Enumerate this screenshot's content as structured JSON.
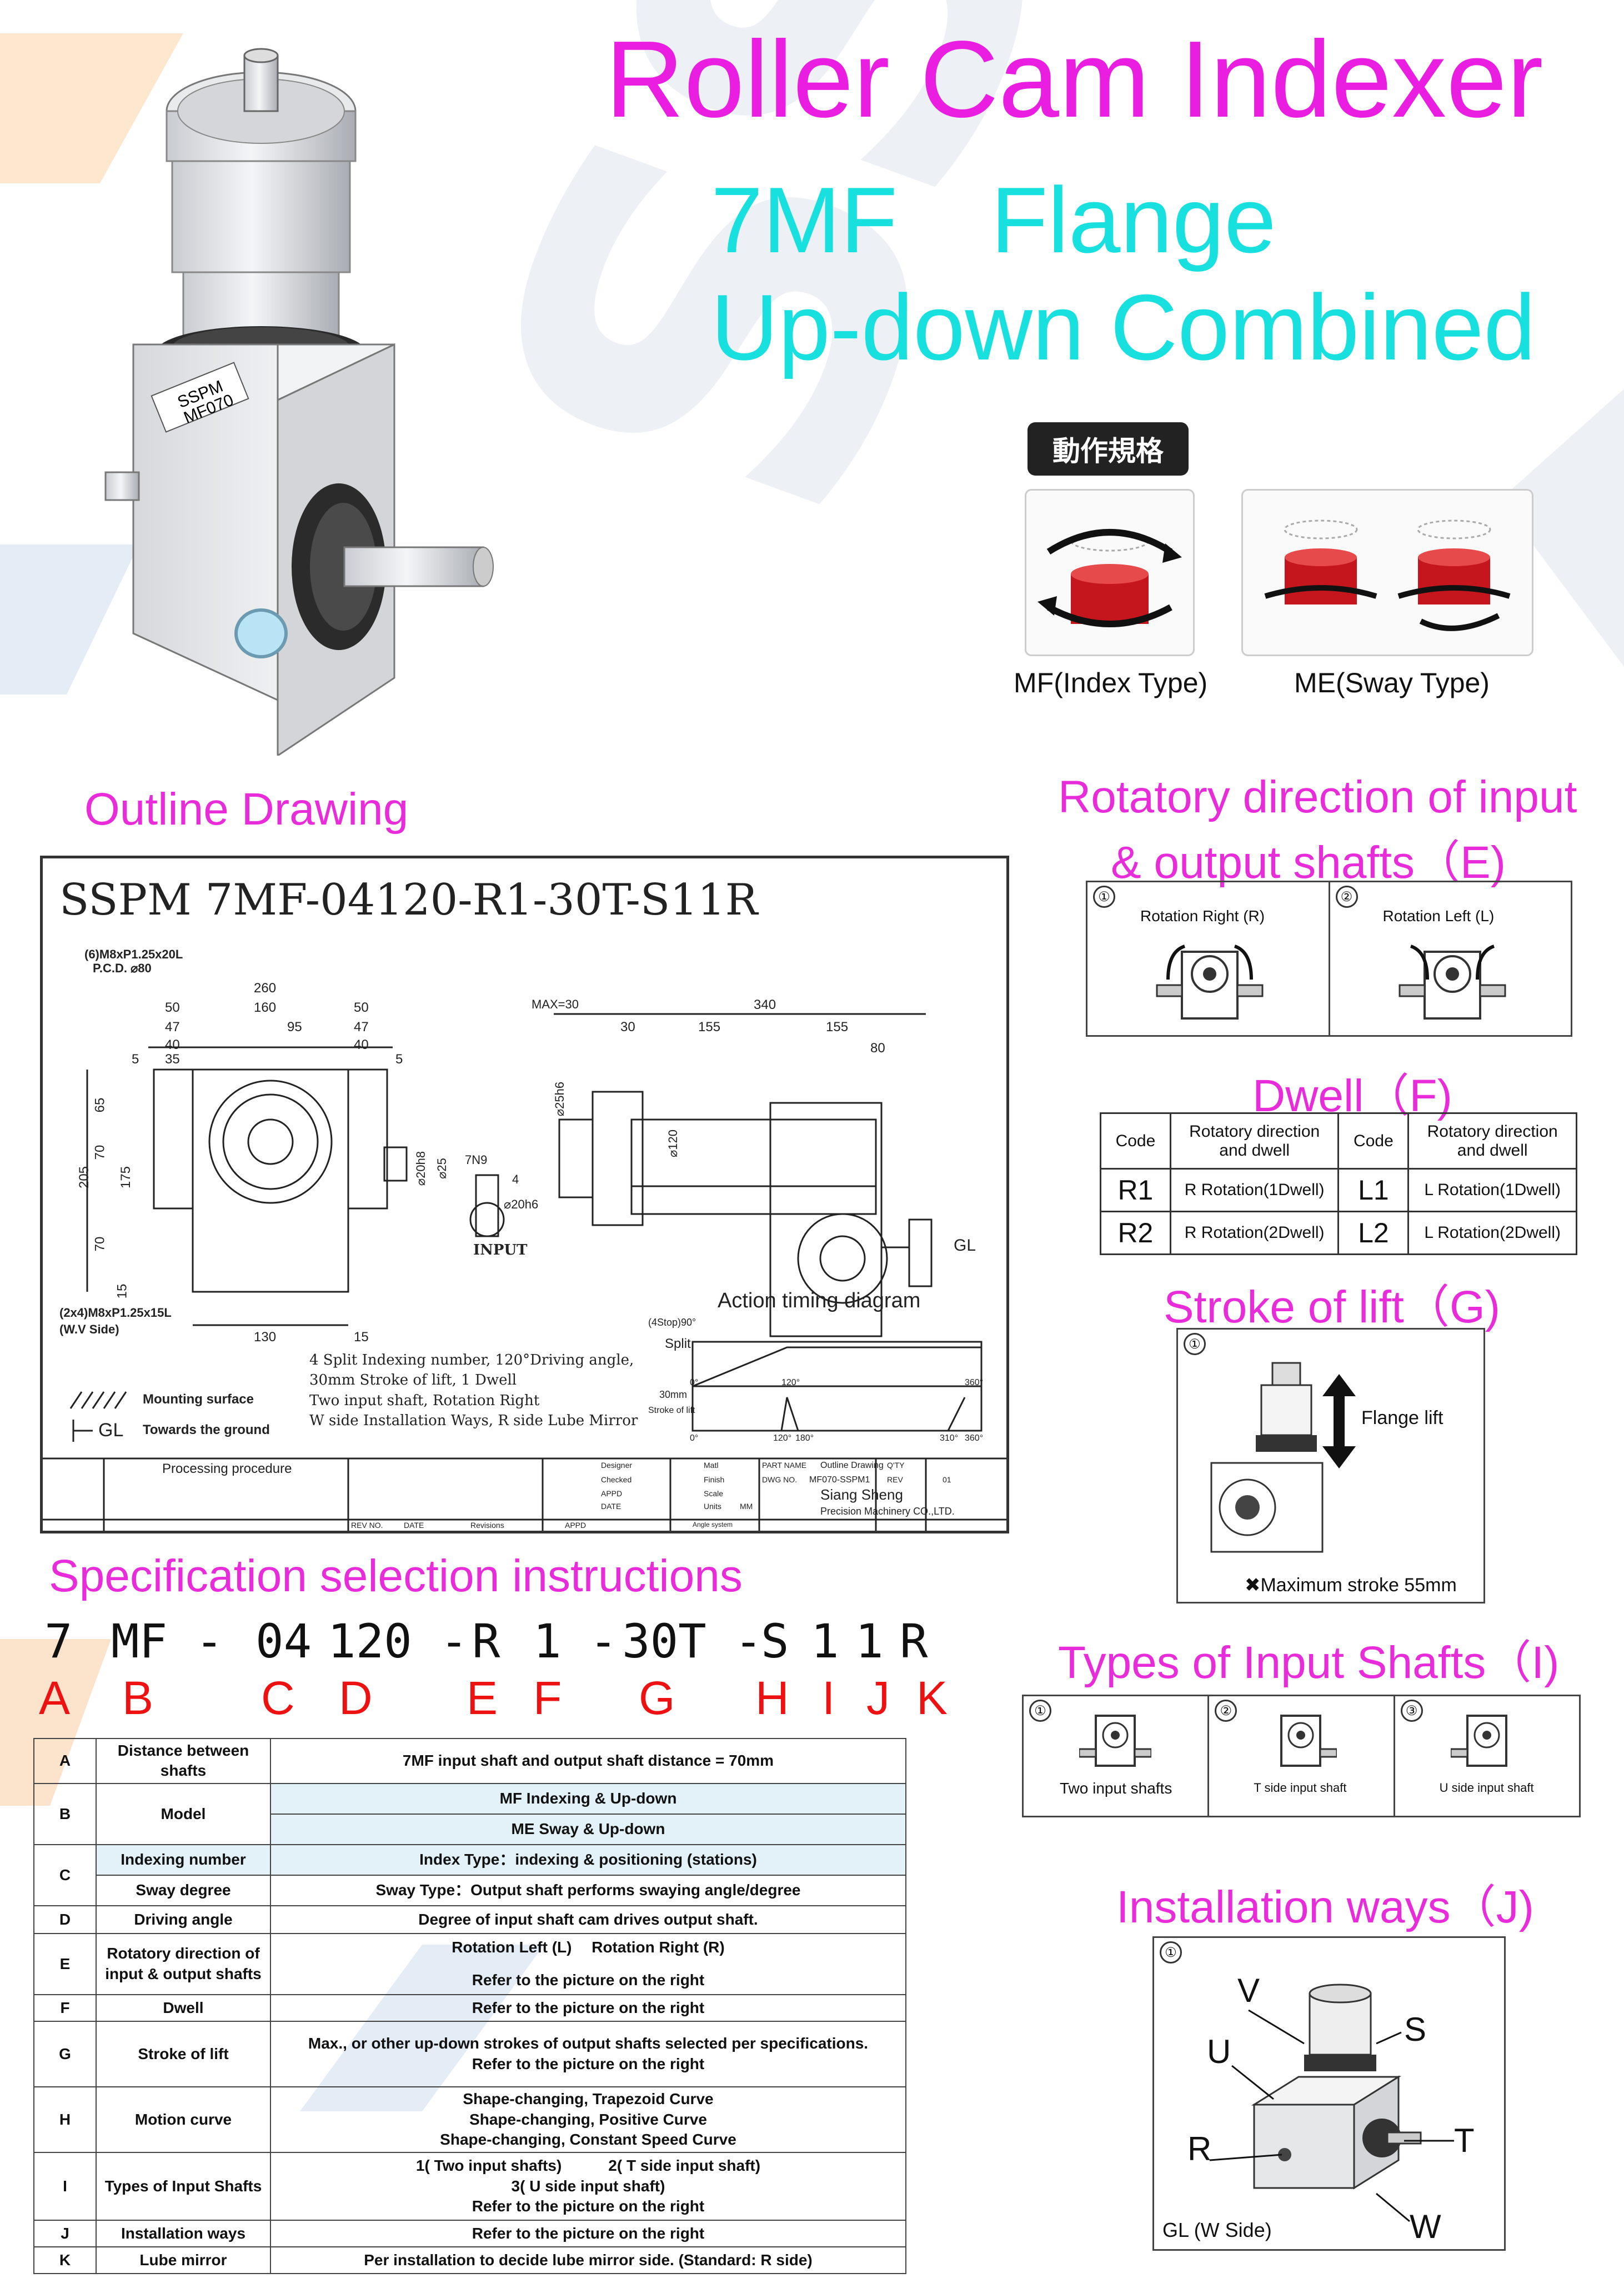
{
  "header": {
    "title": "Roller Cam Indexer",
    "subtitle_line1": "7MF　Flange",
    "subtitle_line2": "Up-down Combined"
  },
  "product_label": {
    "brand": "SSPM",
    "model": "MF070"
  },
  "motion_spec": {
    "label": "動作規格",
    "mf_caption": "MF(Index Type)",
    "me_caption": "ME(Sway Type)"
  },
  "outline": {
    "heading": "Outline Drawing",
    "title": "SSPM 7MF-04120-R1-30T-S11R",
    "dims": {
      "thread_top": "(6)M8xP1.25x20L",
      "pcd": "P.C.D. ⌀80",
      "d260": "260",
      "d50a": "50",
      "d160": "160",
      "d50b": "50",
      "d47a": "47",
      "d95": "95",
      "d47b": "47",
      "d40a": "40",
      "d40b": "40",
      "d35": "35",
      "d5a": "5",
      "d5b": "5",
      "d65": "65",
      "d70a": "70",
      "d205": "205",
      "d175": "175",
      "d70b": "70",
      "d15a": "15",
      "d130": "130",
      "d15b": "15",
      "d20h8": "⌀20h8",
      "d25": "⌀25",
      "max30": "MAX=30",
      "d340": "340",
      "d30": "30",
      "d155a": "155",
      "d155b": "155",
      "d80": "80",
      "d25h6": "⌀25h6",
      "d120": "⌀120",
      "key": "7N9",
      "d4": "4",
      "d20h6": "⌀20h6",
      "input": "INPUT",
      "gl": "GL",
      "thread_side": "(2x4)M8xP1.25x15L",
      "wv_side": "(W.V Side)"
    },
    "legend_mounting": "Mounting surface",
    "legend_ground": "Towards the ground",
    "legend_gl": "GL",
    "notes": [
      "4 Split Indexing number, 120°Driving angle,",
      "30mm Stroke of lift, 1 Dwell",
      "Two input shaft, Rotation Right",
      "W side Installation Ways, R side Lube Mirror"
    ],
    "timing": {
      "title": "Action timing diagram",
      "split_label": "Split",
      "split_top": "(4Stop)90°",
      "lift_label": "Stroke of lift",
      "lift_top": "30mm",
      "ticks_top": [
        "0°",
        "120°",
        "360°"
      ],
      "ticks_bottom": [
        "0°",
        "120°",
        "180°",
        "310°",
        "360°"
      ]
    },
    "title_block": {
      "processing": "Processing procedure",
      "rev_no": "REV NO.",
      "date": "DATE",
      "revisions": "Revisions",
      "appd": "APPD",
      "designer": "Designer",
      "checked": "Checked",
      "appd2": "APPD",
      "date2": "DATE",
      "matl": "Matl",
      "finish": "Finish",
      "scale": "Scale",
      "units": "Units",
      "mm": "MM",
      "angle": "Angle system",
      "part_name_label": "PART NAME",
      "part_name": "Outline Drawing",
      "qty": "Q'TY",
      "dwg_label": "DWG NO.",
      "dwg_no": "MF070-SSPM1",
      "rev": "REV",
      "rev_val": "01",
      "company1": "Siang Sheng",
      "company2": "Precision Machinery CO.,LTD."
    }
  },
  "spec_selection": {
    "heading": "Specification selection instructions",
    "code": [
      "7",
      "MF -",
      "04",
      "120 -",
      "R",
      "1 -",
      "30T -",
      "S",
      "1",
      "1",
      "R"
    ],
    "letters": [
      "A",
      "B",
      "C",
      "D",
      "E",
      "F",
      "G",
      "H",
      "I",
      "J",
      "K"
    ]
  },
  "spec_table": {
    "A_name": "Distance between shafts",
    "A_val": "7MF input shaft and output shaft distance = 70mm",
    "B_name": "Model",
    "B_val1": "MF Indexing & Up-down",
    "B_val2": "ME Sway & Up-down",
    "C_name1": "Indexing number",
    "C_val1": "Index Type：indexing & positioning (stations)",
    "C_name2": "Sway degree",
    "C_val2": "Sway Type：Output shaft performs swaying angle/degree",
    "D_name": "Driving angle",
    "D_val": "Degree of input shaft cam drives output shaft.",
    "E_name": "Rotatory direction of input & output shafts",
    "E_val1": "Rotation Left (L)　 Rotation Right (R)",
    "E_val2": "Refer to the picture on the right",
    "F_name": "Dwell",
    "F_val": "Refer to the picture on the right",
    "G_name": "Stroke of lift",
    "G_val1": "Max., or other up-down strokes of output shafts selected per specifications.",
    "G_val2": "Refer to the picture on the right",
    "H_name": "Motion curve",
    "H_val1": "Shape-changing, Trapezoid Curve",
    "H_val2": "Shape-changing, Positive Curve",
    "H_val3": "Shape-changing, Constant Speed Curve",
    "I_name": "Types of Input Shafts",
    "I_val1": "1( Two input shafts)　　　2( T side input shaft)",
    "I_val2": "3( U side input shaft)",
    "I_val3": "Refer to the picture on the right",
    "J_name": "Installation ways",
    "J_val": "Refer to the picture on the right",
    "K_name": "Lube mirror",
    "K_val": "Per installation to decide lube mirror side. (Standard: R side)"
  },
  "rotation": {
    "heading1": "Rotatory direction of input",
    "heading2": "& output shafts（E)",
    "right_label": "Rotation Right (R)",
    "left_label": "Rotation Left (L)"
  },
  "dwell": {
    "heading": "Dwell（F)",
    "col_code": "Code",
    "col_desc": "Rotatory direction and dwell",
    "r1": "R1",
    "r1_desc": "R Rotation(1Dwell)",
    "l1": "L1",
    "l1_desc": "L Rotation(1Dwell)",
    "r2": "R2",
    "r2_desc": "R Rotation(2Dwell)",
    "l2": "L2",
    "l2_desc": "L Rotation(2Dwell)"
  },
  "stroke": {
    "heading": "Stroke of lift（G)",
    "flange_lift": "Flange lift",
    "max_stroke": "✖Maximum stroke 55mm"
  },
  "input_shafts": {
    "heading": "Types of Input Shafts（I)",
    "two": "Two input shafts",
    "t_side": "T side input shaft",
    "u_side": "U side input shaft"
  },
  "installation": {
    "heading": "Installation ways（J)",
    "v": "V",
    "u": "U",
    "s": "S",
    "r": "R",
    "t": "T",
    "w": "W",
    "gl": "GL (W Side)"
  },
  "circled": [
    "①",
    "②",
    "③"
  ],
  "watermark": "SSPM",
  "colors": {
    "magenta": "#ea1ee0",
    "cyan": "#17e0de",
    "red_letters": "#e11111",
    "shade": "#e3f1f8"
  }
}
